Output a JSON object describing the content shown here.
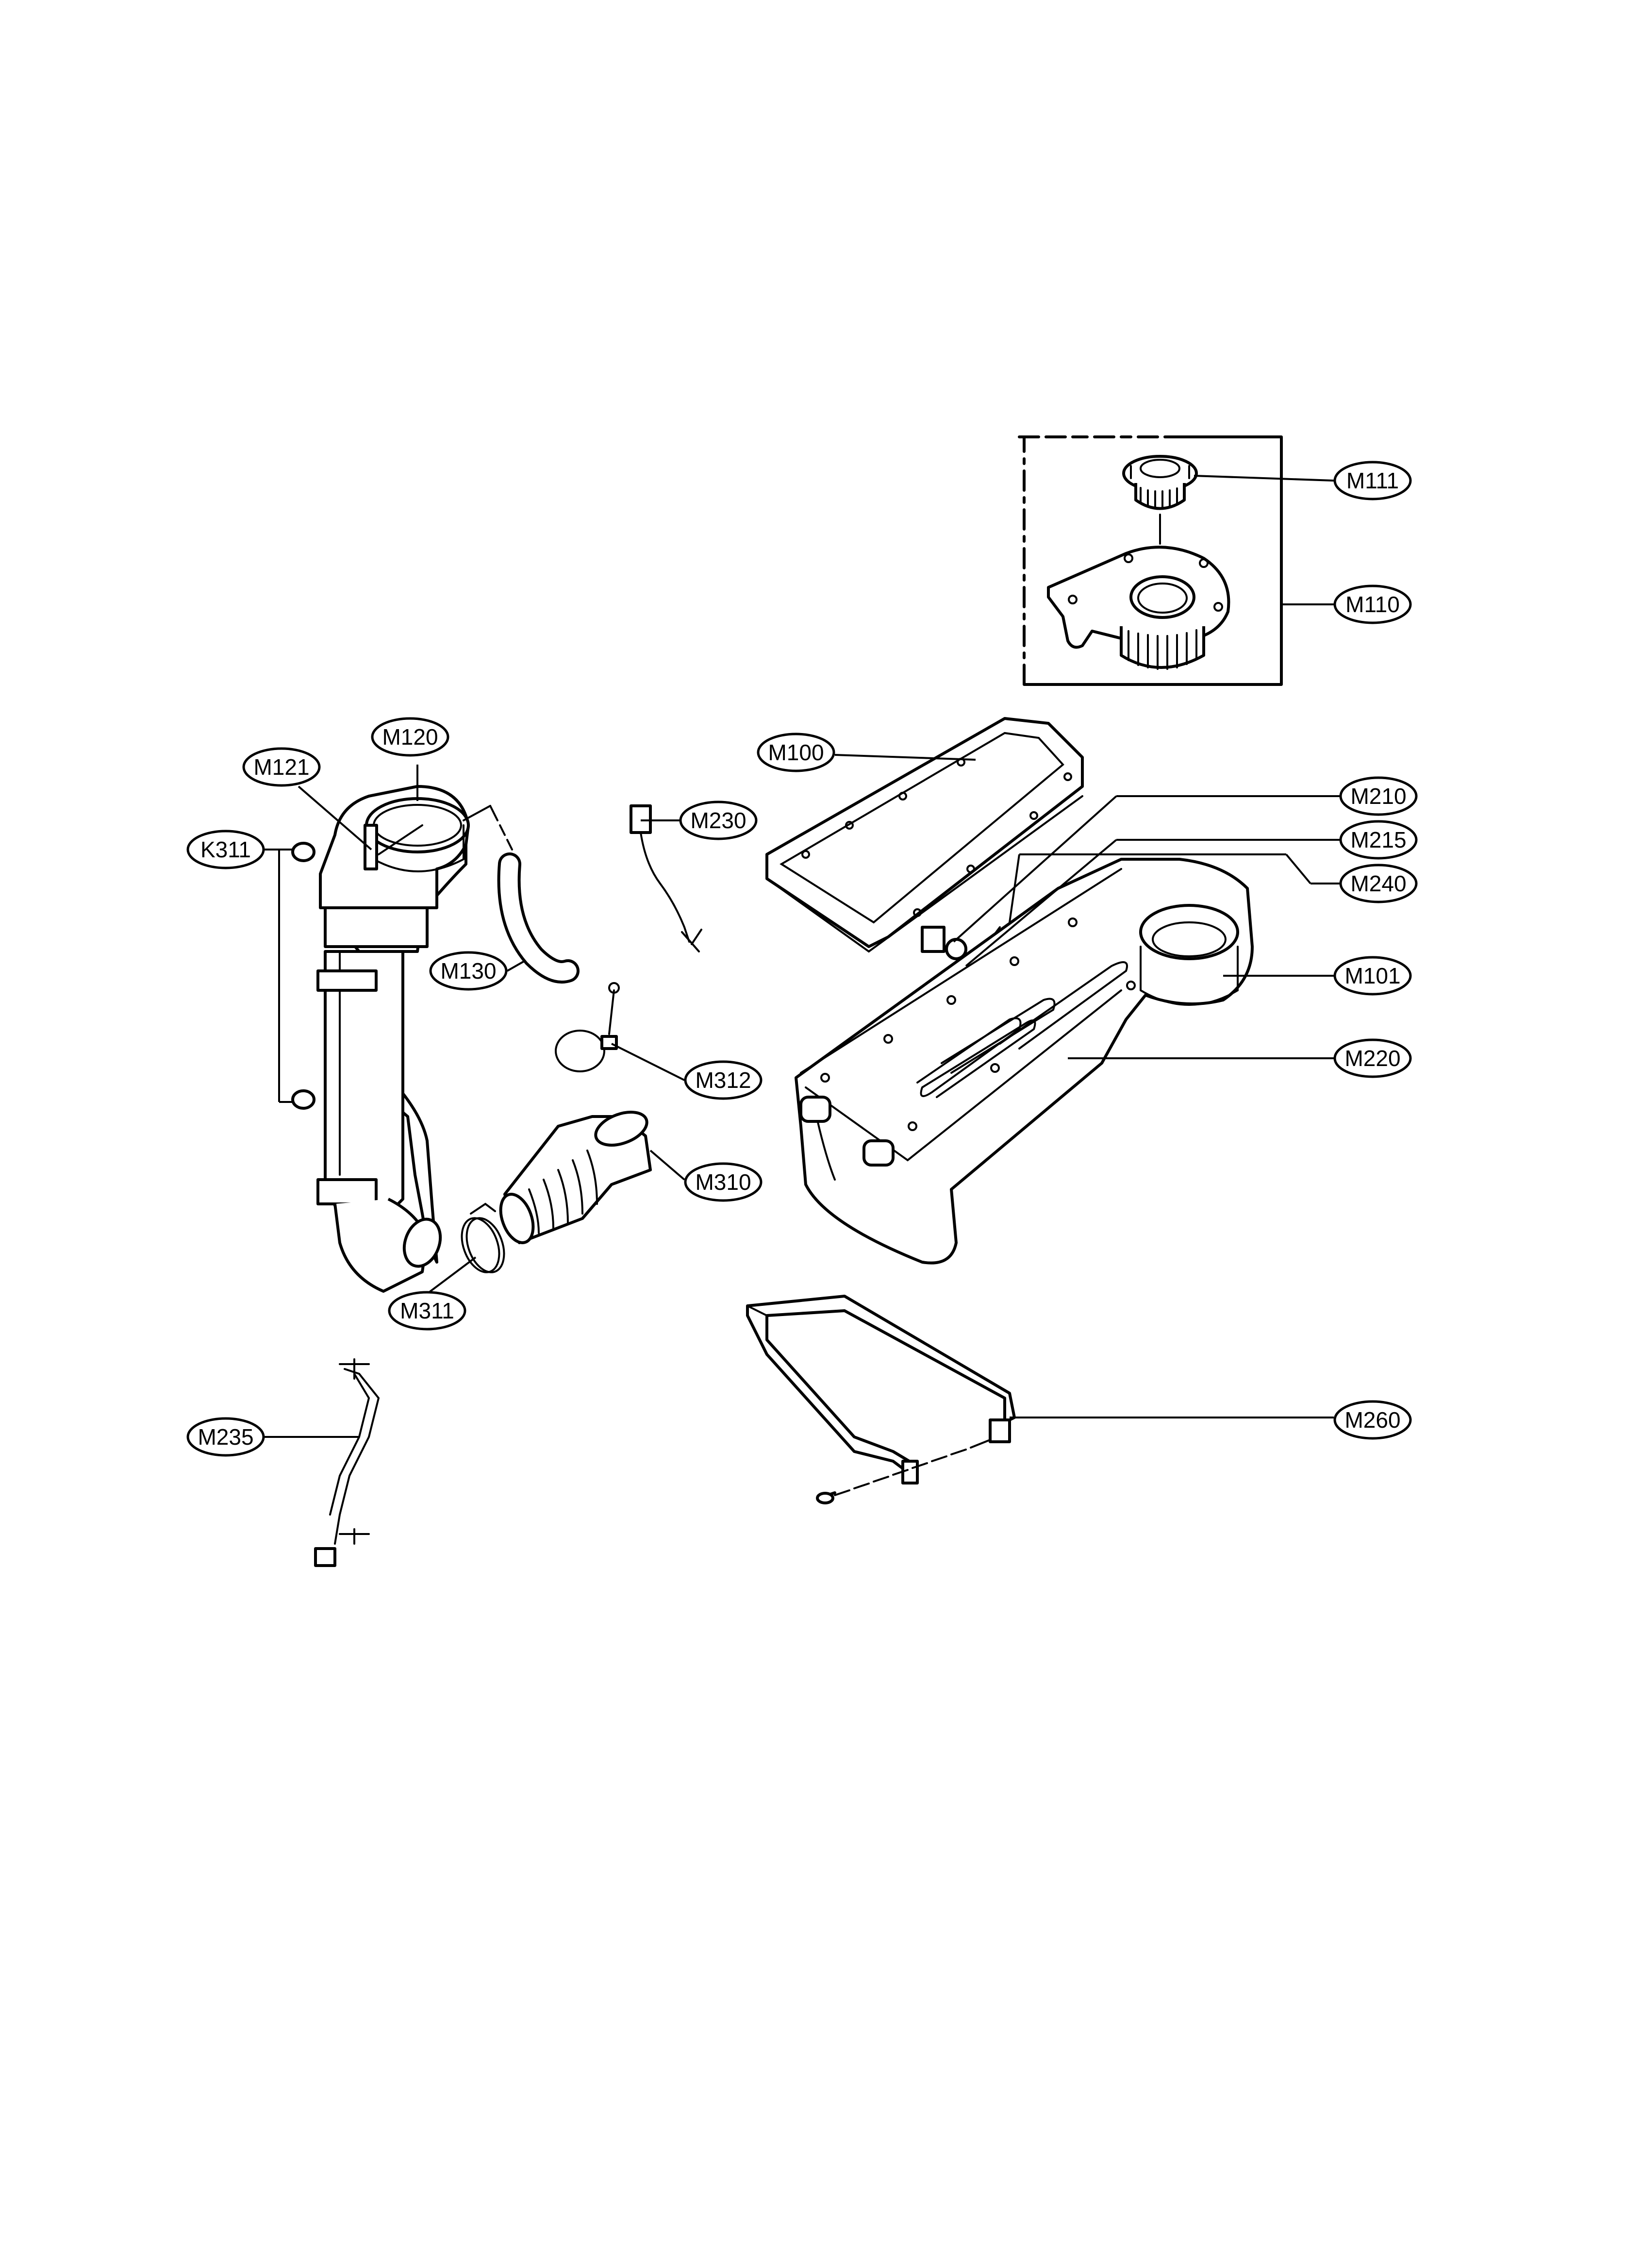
{
  "callouts": {
    "m111": "M111",
    "m110": "M110",
    "m120": "M120",
    "m121": "M121",
    "k311": "K311",
    "m100": "M100",
    "m230": "M230",
    "m210": "M210",
    "m215": "M215",
    "m240": "M240",
    "m130": "M130",
    "m101": "M101",
    "m312": "M312",
    "m220": "M220",
    "m310": "M310",
    "m311": "M311",
    "m260": "M260",
    "m235": "M235"
  }
}
